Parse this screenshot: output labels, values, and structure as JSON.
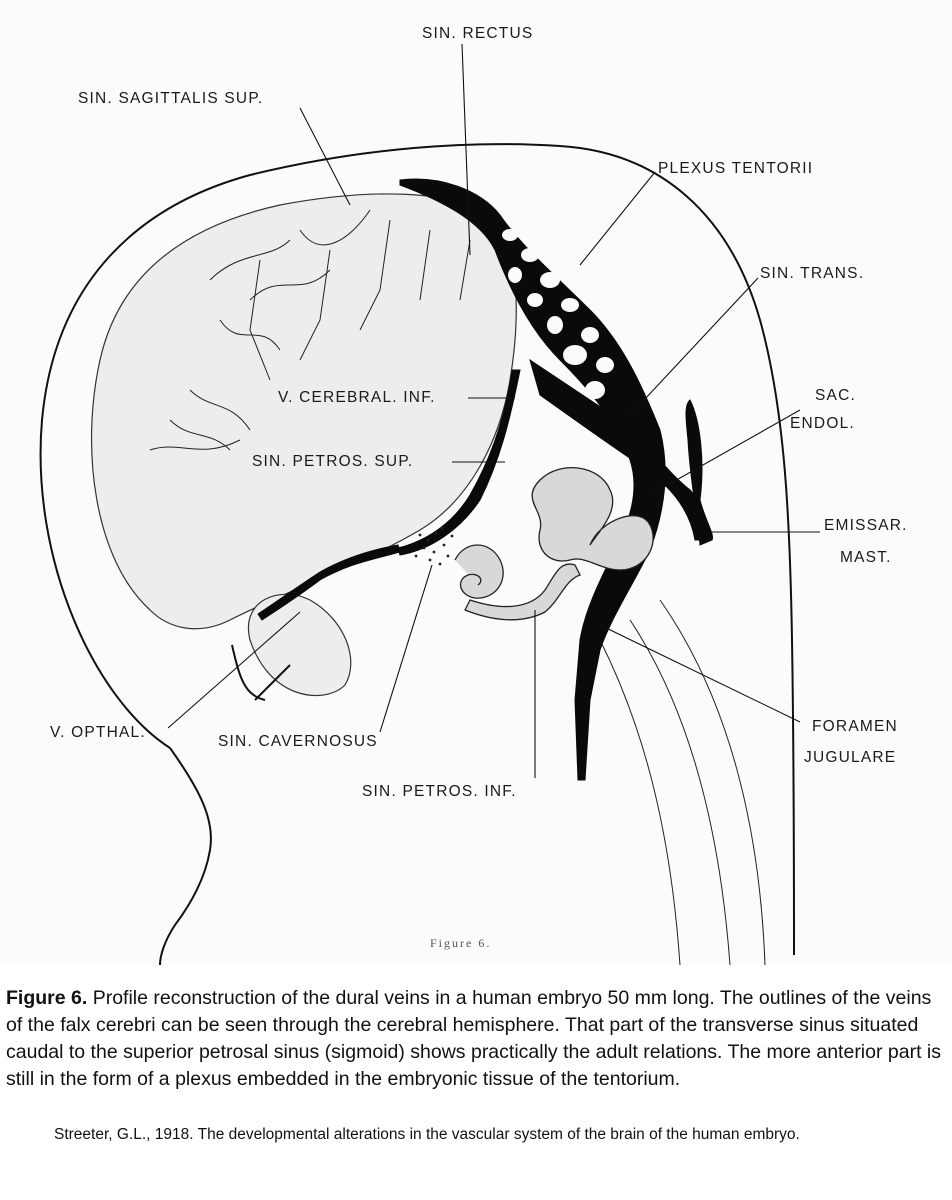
{
  "figure": {
    "labels": {
      "sin_rectus": "SIN. RECTUS",
      "sin_sagittalis_sup": "SIN. SAGITTALIS SUP.",
      "plexus_tentorii": "PLEXUS TENTORII",
      "sin_trans": "SIN. TRANS.",
      "sac": "SAC.",
      "endol": "ENDOL.",
      "v_cerebral_inf": "V. CEREBRAL. INF.",
      "sin_petros_sup": "SIN. PETROS. SUP.",
      "emissar": "EMISSAR.",
      "mast": "MAST.",
      "v_opthal": "V. OPTHAL.",
      "sin_cavernosus": "SIN. CAVERNOSUS",
      "foramen": "FORAMEN",
      "jugulare": "JUGULARE",
      "sin_petros_inf": "SIN. PETROS. INF."
    },
    "plate_number": "Figure 6."
  },
  "caption": {
    "lead": "Figure 6.",
    "text": " Profile reconstruction of the dural veins in a human embryo 50 mm long. The outlines of the veins of the falx cerebri can be seen through the cerebral hemisphere. That part of the transverse sinus situated caudal to the superior petrosal sinus (sigmoid) shows practically the adult relations. The more anterior part is still in the form of a plexus embedded in the embryonic tissue of the tentorium."
  },
  "reference": "Streeter, G.L., 1918. The developmental alterations in the vascular system of the brain of the human embryo."
}
